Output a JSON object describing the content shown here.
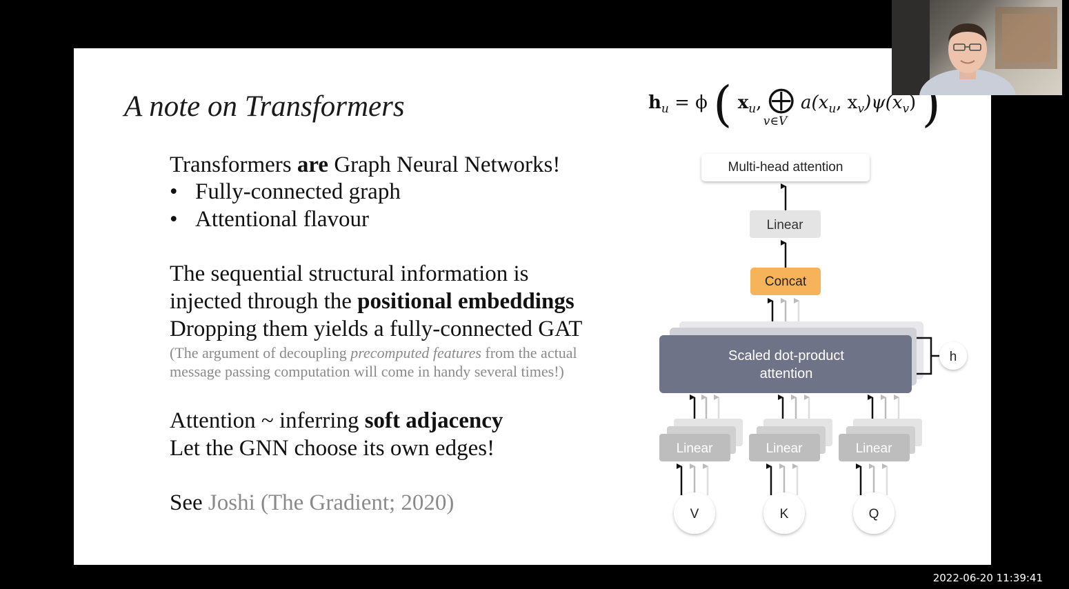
{
  "slide": {
    "title": "A note on Transformers",
    "formula": {
      "lhs": "h",
      "lhs_sub": "u",
      "eq": " = ϕ",
      "open": "(",
      "x_u": "x",
      "x_u_sub": "u",
      "comma": ",",
      "oplus": "⨁",
      "under": "v∈V",
      "rest": "a(x",
      "rest_sub1": "u",
      "rest2": ", x",
      "rest_sub2": "v",
      "rest3": ")ψ(x",
      "rest_sub3": "v",
      "rest4": ")",
      "close": ")"
    },
    "lines": [
      {
        "pre": "Transformers ",
        "bold": "are",
        "post": " Graph Neural Networks!"
      },
      {
        "bullet": "•",
        "text": "Fully-connected graph"
      },
      {
        "bullet": "•",
        "text": "Attentional flavour"
      },
      {
        "text": "The sequential structural information is"
      },
      {
        "pre": "injected through the ",
        "bold": "positional embeddings"
      },
      {
        "text": "Dropping them yields a fully-connected GAT"
      },
      {
        "pre": "(The argument of decoupling ",
        "italic": "precomputed features",
        "post": " from the actual"
      },
      {
        "text": "message passing computation will come in handy several times!)"
      },
      {
        "pre": "Attention ~ inferring ",
        "bold": "soft adjacency"
      },
      {
        "text": "Let the GNN choose its own edges!"
      },
      {
        "pre": "See ",
        "link": "Joshi (The Gradient; 2020)"
      }
    ],
    "diagram": {
      "mha": "Multi-head attention",
      "linear_top": "Linear",
      "concat": "Concat",
      "sdpa_1": "Scaled dot-product",
      "sdpa_2": "attention",
      "h": "h",
      "linear_v": "Linear",
      "linear_k": "Linear",
      "linear_q": "Linear",
      "v": "V",
      "k": "K",
      "q": "Q"
    }
  },
  "timestamp": "2022-06-20 11:39:41",
  "colors": {
    "concat": "#f7b35a",
    "sdpa": "#6f7388",
    "linear": "#bdbdbd"
  }
}
